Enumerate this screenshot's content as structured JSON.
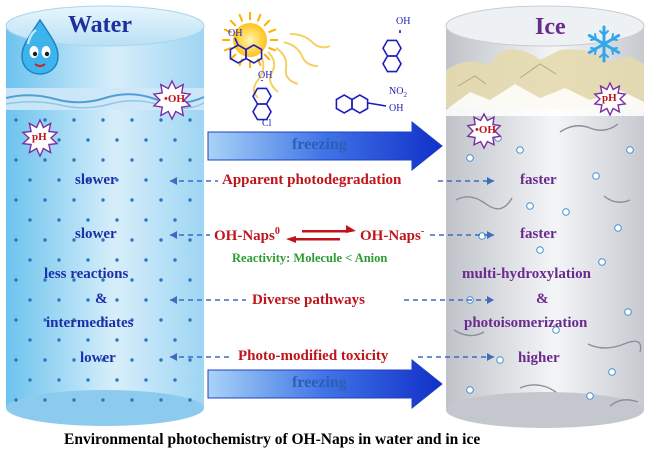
{
  "water": {
    "title": "Water",
    "ph_badge": "pH",
    "oh_badge": "•OH",
    "rows": {
      "rate1": "slower",
      "rate2": "slower",
      "pathway_a": "less reactions",
      "pathway_b": "&",
      "pathway_c": "intermediates",
      "toxicity": "lower"
    }
  },
  "ice": {
    "title": "Ice",
    "ph_badge": "pH",
    "oh_badge": "•OH",
    "rows": {
      "rate1": "faster",
      "rate2": "faster",
      "pathway_a": "multi-hydroxylation",
      "pathway_b": "&",
      "pathway_c": "photoisomerization",
      "toxicity": "higher"
    }
  },
  "middle": {
    "freezing_top": "freezing",
    "photodegradation": "Apparent photodegradation",
    "species_left": "OH-Naps",
    "species_left_sup": "0",
    "species_right": "OH-Naps",
    "species_right_sup": "-",
    "reactivity": "Reactivity: Molecule < Anion",
    "pathways": "Diverse  pathways",
    "toxicity": "Photo-modified toxicity",
    "freezing_bottom": "freezing"
  },
  "structures": {
    "oh_label": "OH",
    "cl_label": "Cl",
    "no2_label": "NO",
    "no2_sub": "2"
  },
  "caption": "Environmental photochemistry of OH-Naps in water and in ice",
  "colors": {
    "water_text": "#1c2fa8",
    "ice_text": "#6b2a8d",
    "middle_text": "#c0141c",
    "reactivity_text": "#2d9b32",
    "arrow_blue": "#1a3fd8"
  }
}
